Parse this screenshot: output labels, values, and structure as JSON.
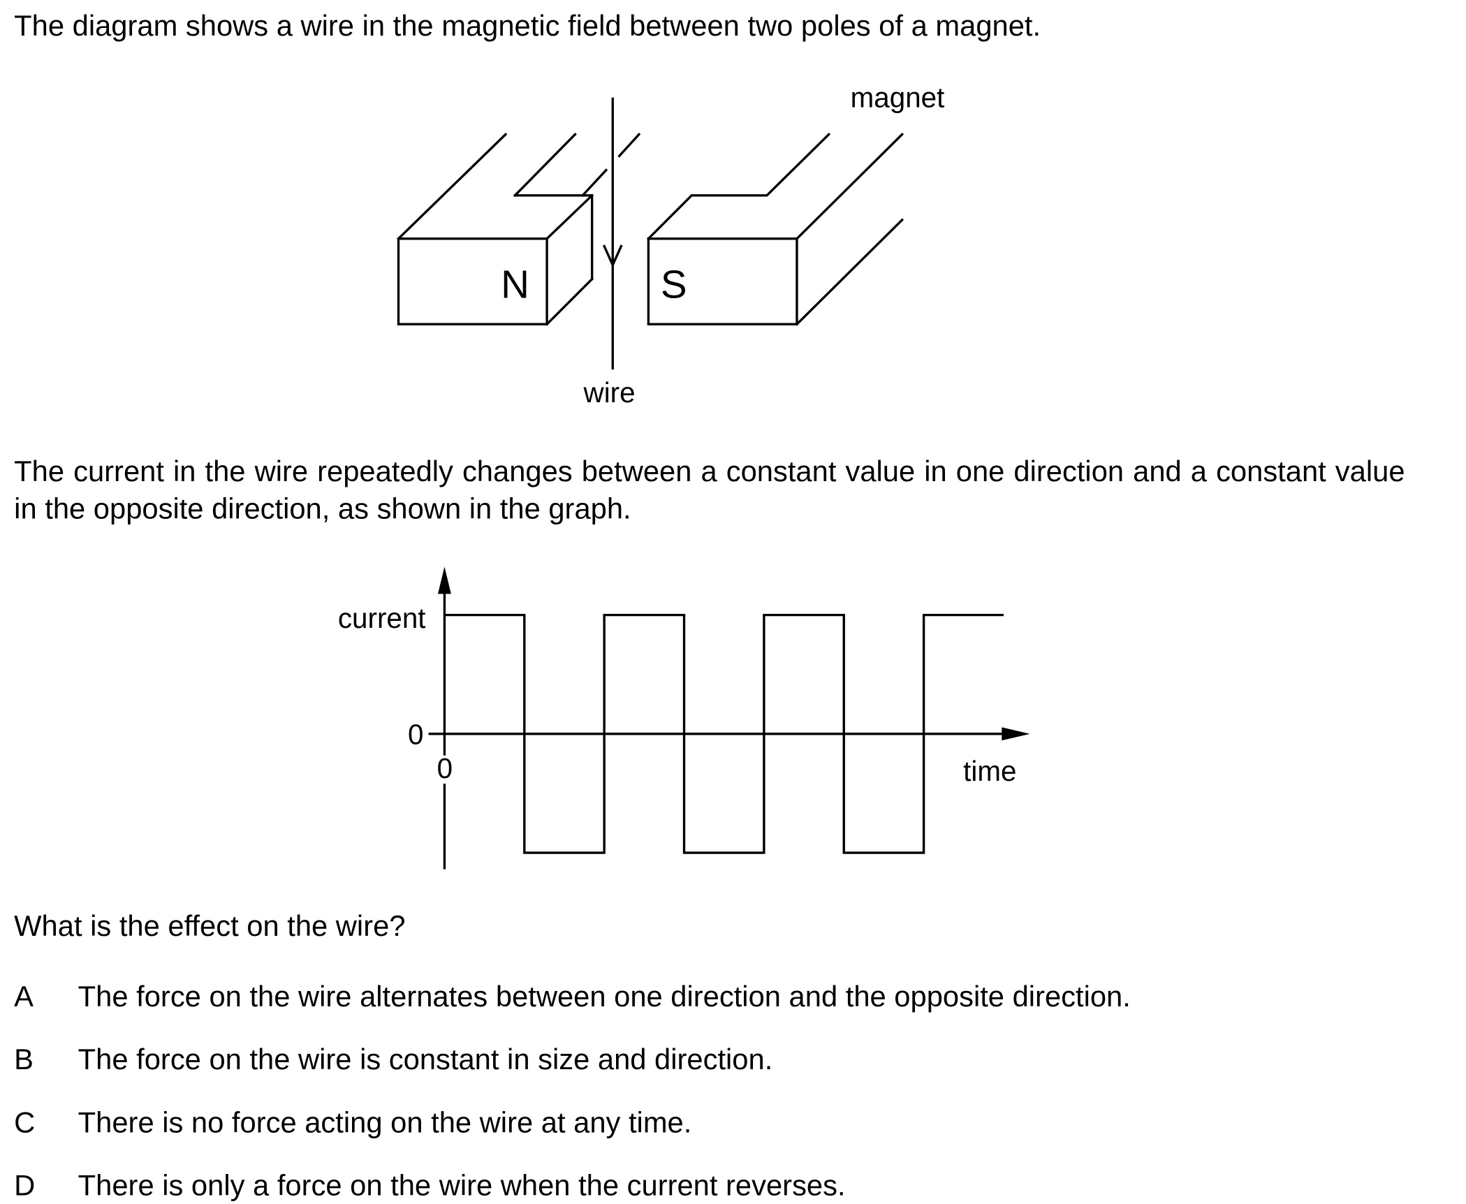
{
  "intro": "The diagram shows a wire in the magnetic field between two poles of a magnet.",
  "diagram": {
    "magnet_label": "magnet",
    "north_label": "N",
    "south_label": "S",
    "wire_label": "wire"
  },
  "paragraph": "The current in the wire repeatedly changes between a constant value in one direction and a constant value in the opposite direction, as shown in the graph.",
  "chart_data": {
    "type": "line",
    "title": "",
    "ylabel": "current",
    "xlabel": "time",
    "y_origin_label": "0",
    "x_origin_label": "0",
    "x": [
      0,
      1,
      1,
      2,
      2,
      3,
      3,
      4,
      4,
      5,
      5,
      6,
      6,
      7
    ],
    "y": [
      1,
      1,
      -1,
      -1,
      1,
      1,
      -1,
      -1,
      1,
      1,
      -1,
      -1,
      1,
      1
    ],
    "xlim": [
      0,
      7.3
    ],
    "ylim": [
      -1.5,
      1.5
    ]
  },
  "question": "What is the effect on the wire?",
  "options": [
    {
      "letter": "A",
      "text": "The force on the wire alternates between one direction and the opposite direction."
    },
    {
      "letter": "B",
      "text": "The force on the wire is constant in size and direction."
    },
    {
      "letter": "C",
      "text": "There is no force acting on the wire at any time."
    },
    {
      "letter": "D",
      "text": "There is only a force on the wire when the current reverses."
    }
  ]
}
